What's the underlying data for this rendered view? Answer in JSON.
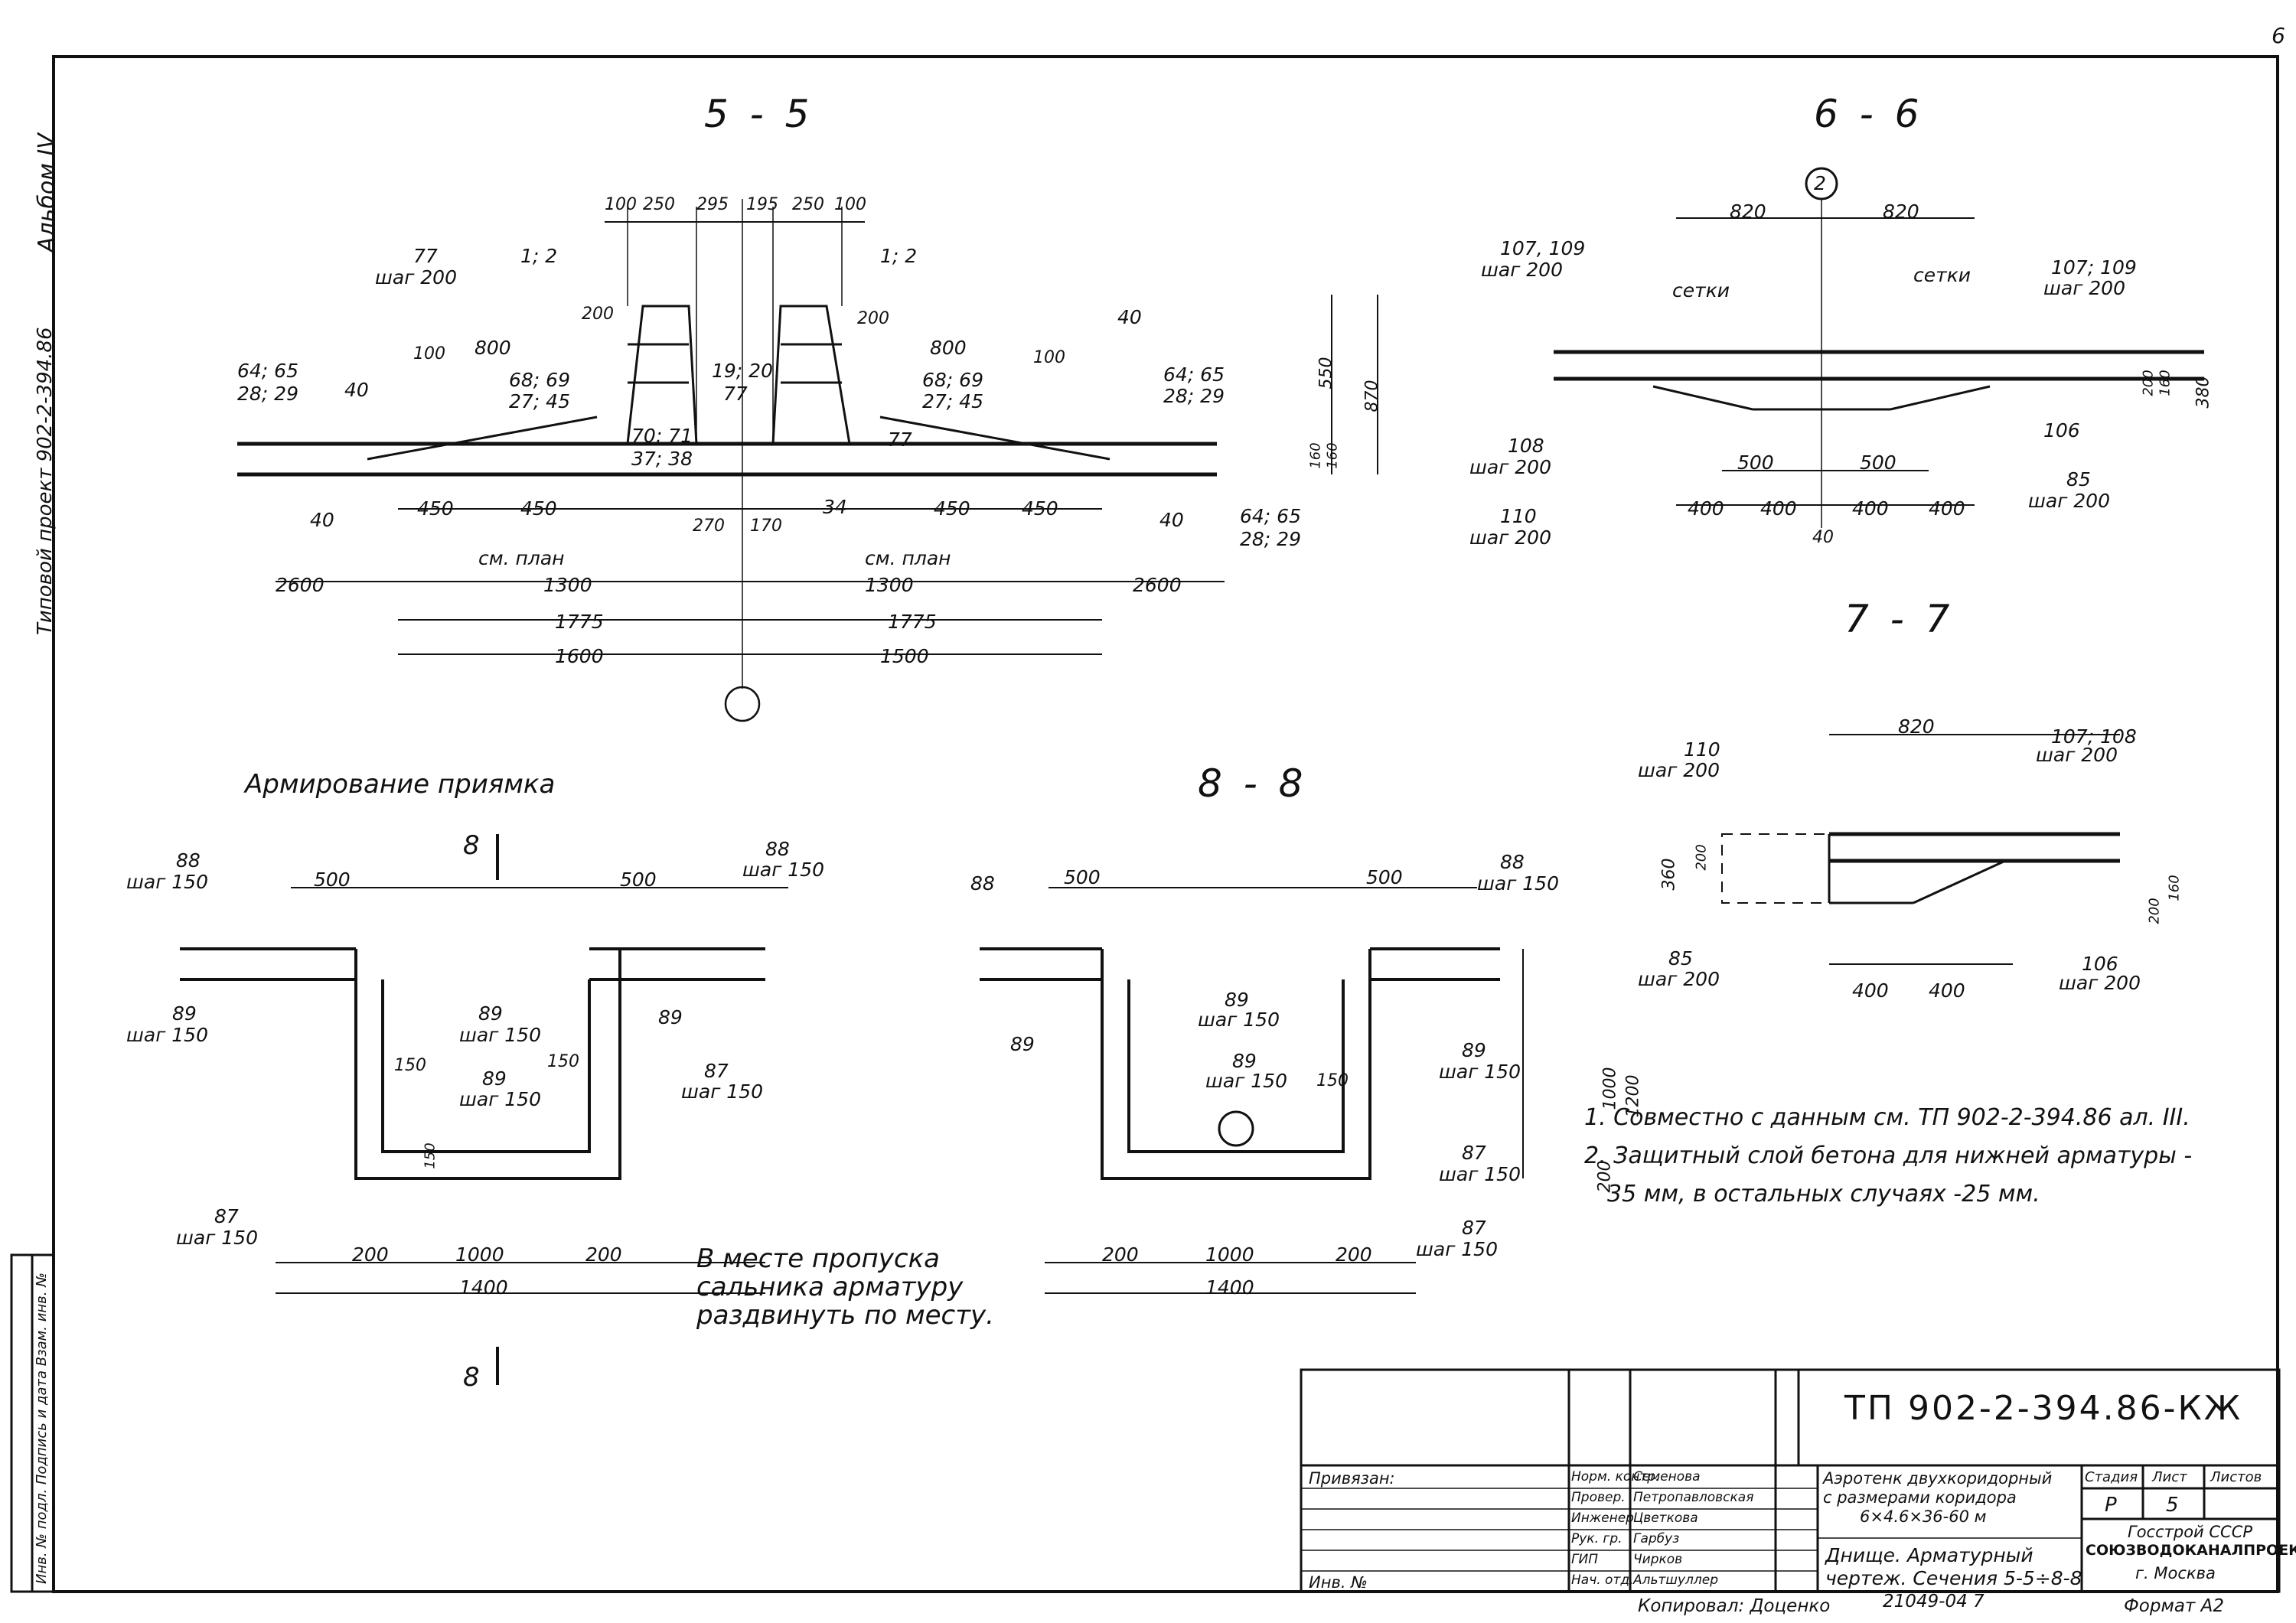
{
  "sheet_number": "6",
  "side_labels": {
    "album": "Альбом IV",
    "project": "Типовой проект 902-2-394.86",
    "inv_stamp": "Инв. № подл. Подпись и дата Взам. инв. №"
  },
  "sections": {
    "s55": {
      "title": "5 - 5",
      "top_dims": [
        "100",
        "250",
        "295",
        "195",
        "250",
        "100"
      ],
      "labels": [
        "77",
        "шаг 200",
        "1; 2",
        "1; 2",
        "200",
        "200",
        "100",
        "800",
        "68; 69",
        "27; 45",
        "19; 20",
        "77",
        "800",
        "100",
        "68; 69",
        "27; 45",
        "40",
        "40",
        "64; 65",
        "28; 29",
        "64; 65",
        "28; 29",
        "40",
        "70; 71",
        "37; 38",
        "77",
        "550",
        "870",
        "160",
        "160",
        "450",
        "450",
        "270",
        "170",
        "34",
        "450",
        "450",
        "40",
        "64; 65",
        "28; 29",
        "см. план",
        "см. план",
        "2600",
        "1300",
        "1300",
        "2600",
        "1775",
        "1775",
        "1600",
        "1500"
      ]
    },
    "s66": {
      "title": "6 - 6",
      "labels": [
        "2",
        "820",
        "820",
        "107, 109",
        "шаг 200",
        "сетки",
        "сетки",
        "107; 109",
        "шаг 200",
        "200",
        "160",
        "380",
        "108",
        "шаг 200",
        "500",
        "500",
        "106",
        "85",
        "шаг 200",
        "400",
        "400",
        "400",
        "400",
        "110",
        "шаг 200",
        "40"
      ]
    },
    "s77": {
      "title": "7 - 7",
      "labels": [
        "820",
        "110",
        "шаг 200",
        "107; 108",
        "шаг 200",
        "360",
        "200",
        "200",
        "160",
        "85",
        "шаг 200",
        "400",
        "400",
        "106",
        "шаг 200"
      ]
    },
    "pit": {
      "title": "Армирование    приямка",
      "labels": [
        "8",
        "88",
        "шаг 150",
        "500",
        "500",
        "88",
        "шаг 150",
        "89",
        "шаг 150",
        "89",
        "шаг 150",
        "89",
        "150",
        "150",
        "89",
        "шаг 150",
        "87",
        "шаг 150",
        "150",
        "87",
        "шаг 150",
        "200",
        "1000",
        "200",
        "1400",
        "8"
      ]
    },
    "s88": {
      "title": "8 - 8",
      "labels": [
        "88",
        "500",
        "500",
        "88",
        "шаг 150",
        "89",
        "89",
        "шаг 150",
        "89",
        "шаг 150",
        "89",
        "шаг 150",
        "150",
        "1000",
        "1200",
        "200",
        "87",
        "шаг 150",
        "87",
        "шаг 150",
        "200",
        "1000",
        "200",
        "1400"
      ]
    },
    "callout": [
      "В месте пропуска",
      "сальника арматуру",
      "раздвинуть по месту."
    ]
  },
  "notes": [
    "1. Совместно с данным см. ТП 902-2-394.86 ал. III.",
    "2. Защитный слой бетона для нижней арматуры -",
    "35 мм, в остальных случаях -25 мм."
  ],
  "title_block": {
    "code": "ТП 902-2-394.86-КЖ",
    "bound_label": "Привязан:",
    "inv_label": "Инв. №",
    "roles": [
      "Норм. контр.",
      "Провер.",
      "Инженер",
      "Рук. гр.",
      "ГИП",
      "Нач. отд."
    ],
    "names": [
      "Семенова",
      "Петропавловская",
      "Цветкова",
      "Гарбуз",
      "Чирков",
      "Альтшуллер"
    ],
    "object_title": [
      "Аэротенк двухкоридорный",
      "с размерами коридора",
      "6×4.6×36-60 м"
    ],
    "sheet_title": [
      "Днище. Арматурный",
      "чертеж. Сечения 5-5÷8-8"
    ],
    "stage_h": "Стадия",
    "sheet_h": "Лист",
    "sheets_h": "Листов",
    "stage": "Р",
    "sheet": "5",
    "org": [
      "Госстрой СССР",
      "СОЮЗВОДОКАНАЛПРОЕКТ",
      "г. Москва"
    ],
    "copied": "Копировал: Доценко",
    "doc_no": "21049-04   7",
    "format": "Формат А2"
  }
}
